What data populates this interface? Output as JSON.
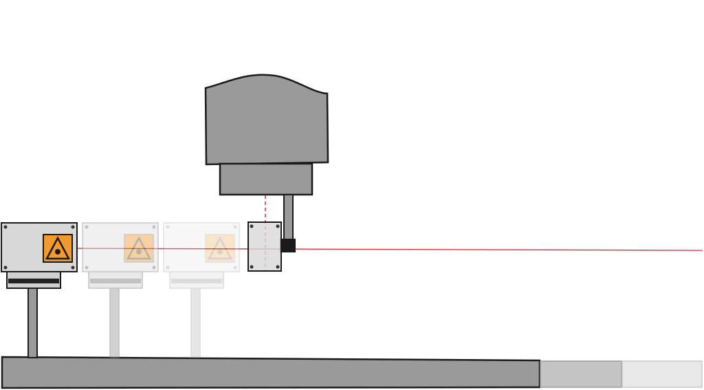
{
  "diagram": {
    "laser_units": [
      {
        "id": "unit-1",
        "opacity": 1.0
      },
      {
        "id": "unit-2",
        "opacity": 0.45
      },
      {
        "id": "unit-3",
        "opacity": 0.25
      }
    ],
    "machine": {
      "opacity": 1.0
    },
    "colors": {
      "machine_fill": "#9a9a9a",
      "panel_fill": "#d8d8d8",
      "outline": "#1a1a1a",
      "warning_orange": "#f29a2e",
      "laser_red": "#d8262e",
      "rail_main": "#9a9a9a",
      "rail_mid": "#c4c4c4",
      "rail_end": "#e8e8e8"
    },
    "icons": [
      "laser-warning-icon"
    ]
  }
}
